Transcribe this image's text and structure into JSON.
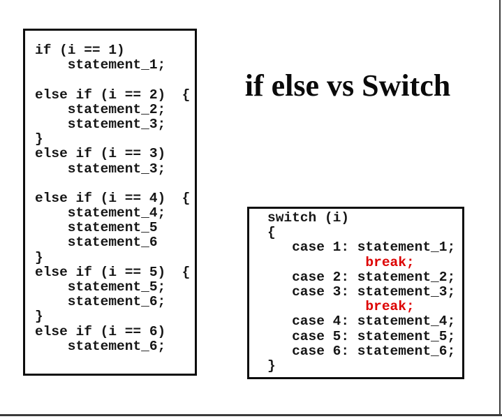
{
  "title": "if else vs Switch",
  "colors": {
    "break_red": "#dd0000",
    "box_border": "#0d0d0d",
    "page_edge": "#3a3a3a",
    "code_text": "#151515"
  },
  "left_box": {
    "lines": [
      "if (i == 1)",
      "    statement_1;",
      "",
      "else if (i == 2)  {",
      "    statement_2;",
      "    statement_3;",
      "}",
      "else if (i == 3)",
      "    statement_3;",
      "",
      "else if (i == 4)  {",
      "    statement_4;",
      "    statement_5",
      "    statement_6",
      "}",
      "else if (i == 5)  {",
      "    statement_5;",
      "    statement_6;",
      "}",
      "else if (i == 6)",
      "    statement_6;"
    ]
  },
  "switch_box": {
    "lines": [
      {
        "text": "switch (i)"
      },
      {
        "text": "{"
      },
      {
        "text": "   case 1: statement_1;"
      },
      {
        "text": "            break;",
        "color": "red"
      },
      {
        "text": "   case 2: statement_2;"
      },
      {
        "text": "   case 3: statement_3;"
      },
      {
        "text": "            break;",
        "color": "red"
      },
      {
        "text": "   case 4: statement_4;"
      },
      {
        "text": "   case 5: statement_5;"
      },
      {
        "text": "   case 6: statement_6;"
      },
      {
        "text": "}"
      }
    ]
  }
}
